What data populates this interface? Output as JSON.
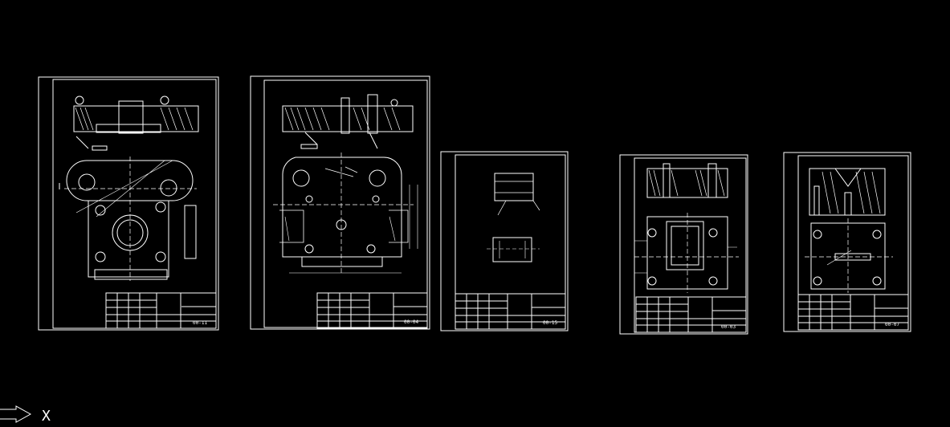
{
  "cad": {
    "background_color": "#000000",
    "line_color": "#ffffff",
    "sheets": [
      {
        "drawing_no": "00-11"
      },
      {
        "drawing_no": "00-04"
      },
      {
        "drawing_no": "00-15"
      },
      {
        "drawing_no": "00-03"
      },
      {
        "drawing_no": "00-07"
      }
    ],
    "ucs": {
      "axis_label": "X",
      "icon": "ucs-arrow-icon"
    }
  }
}
